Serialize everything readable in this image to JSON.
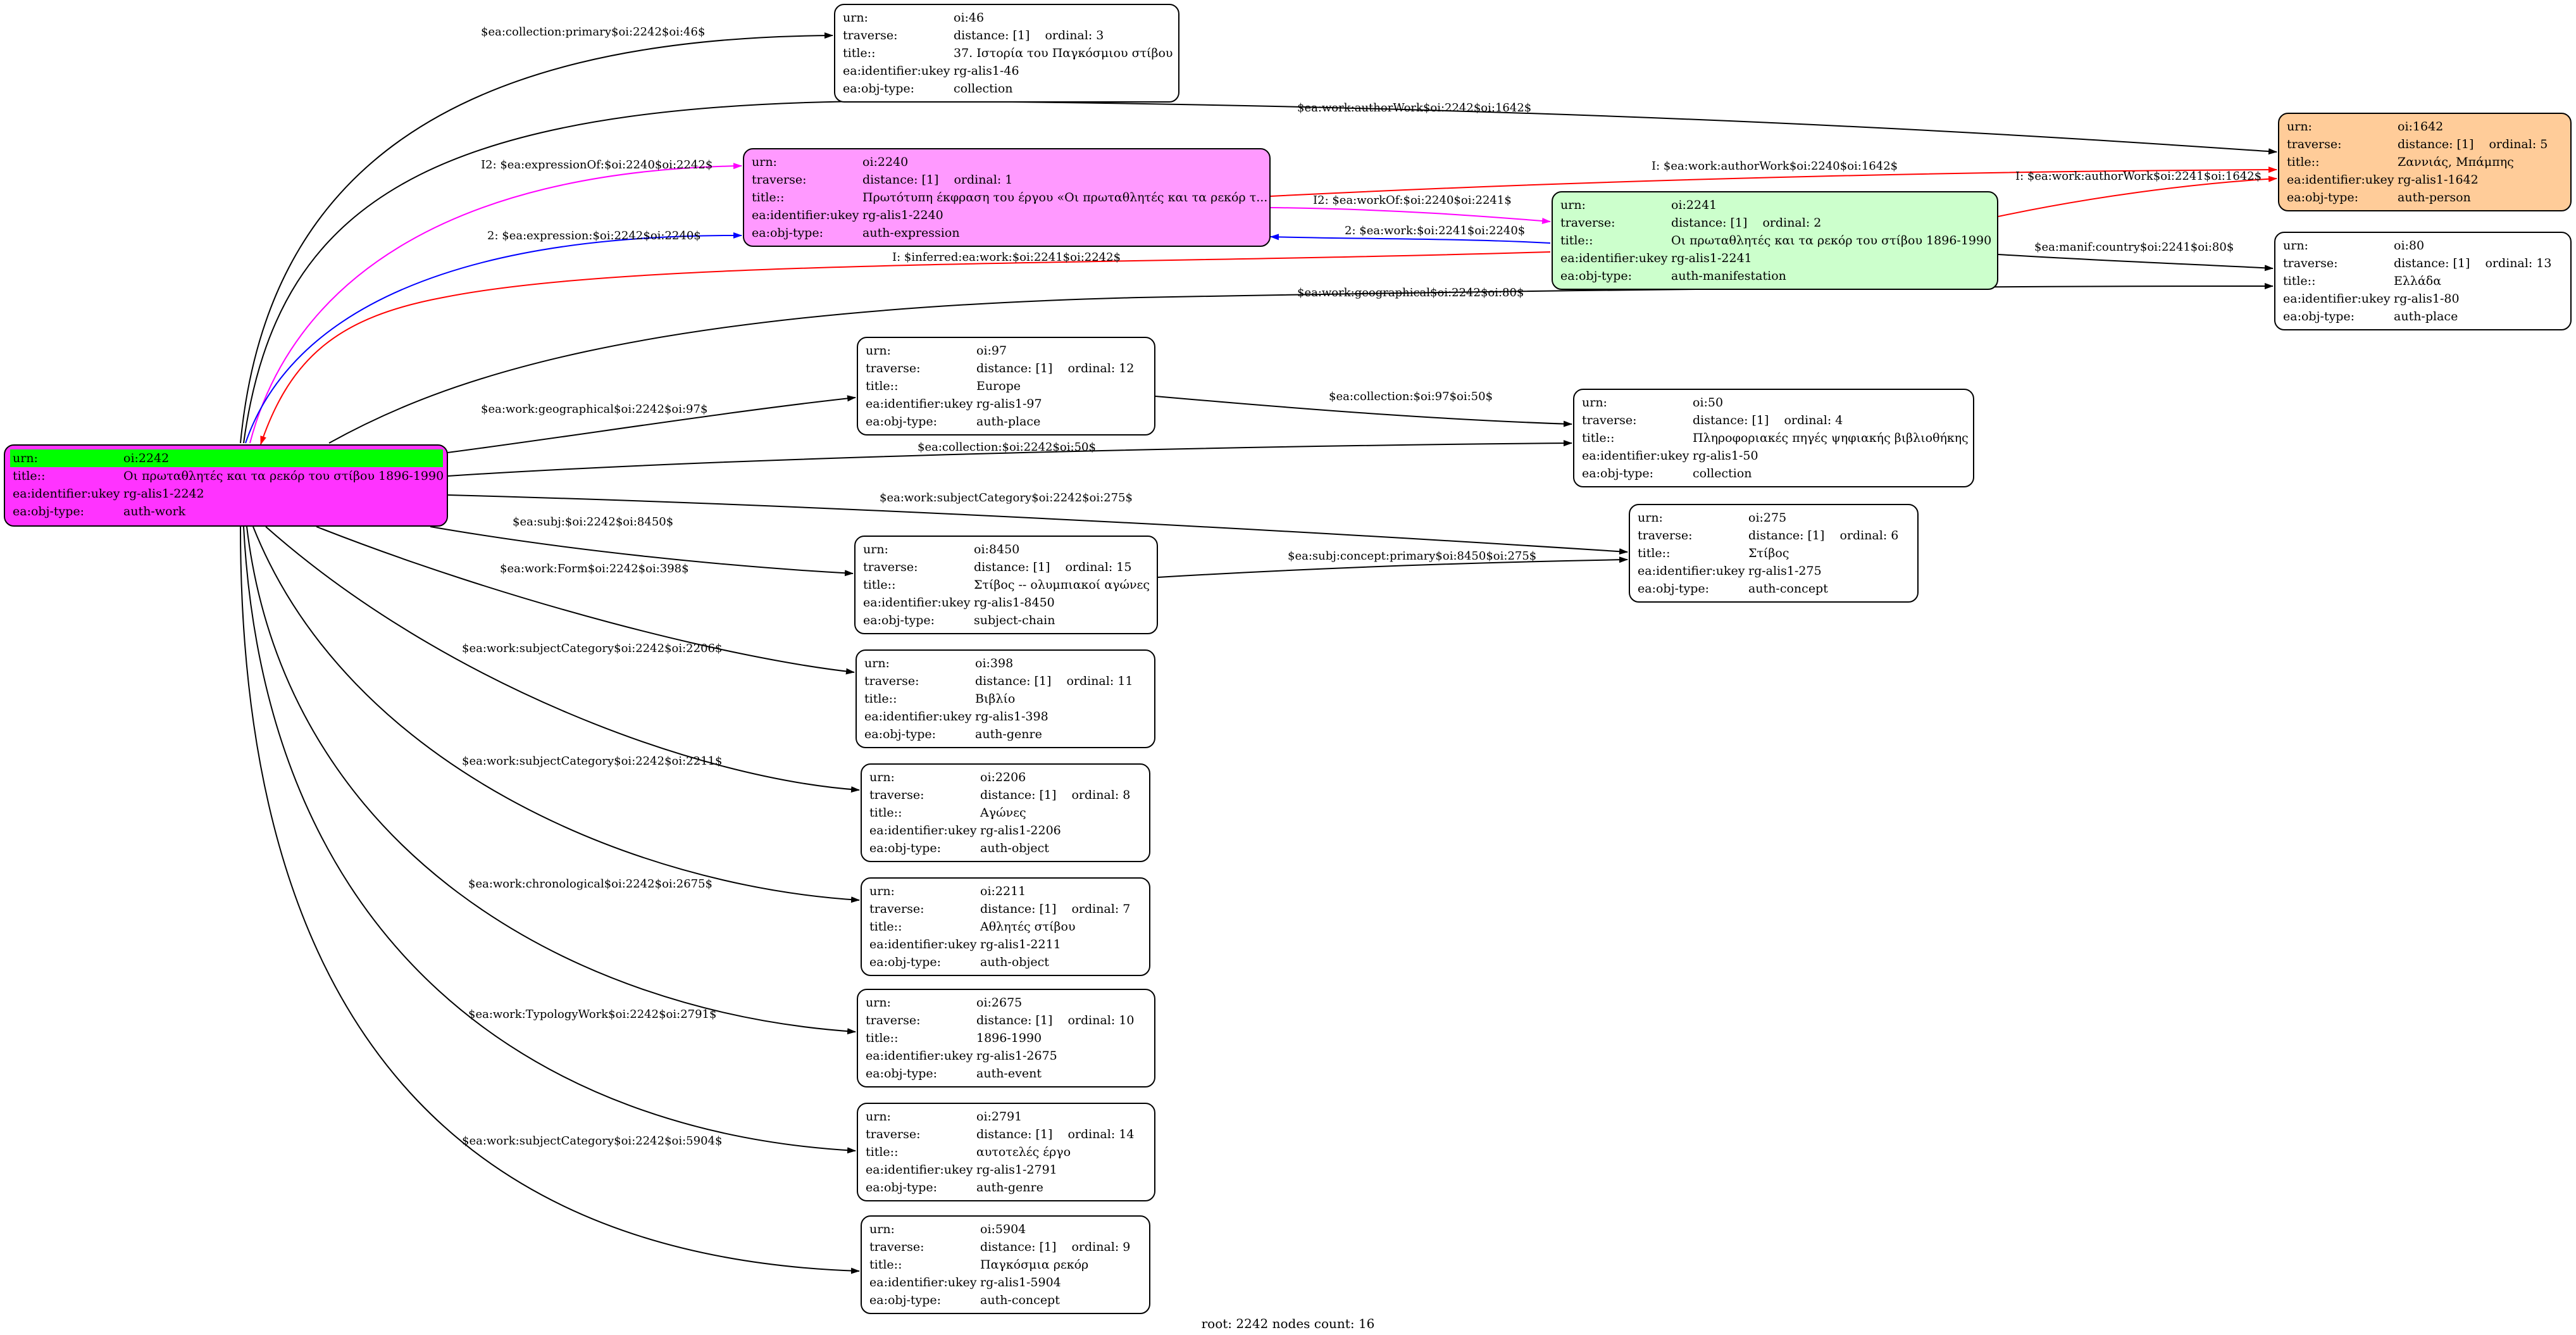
{
  "footer": "root: 2242 nodes count: 16",
  "labels": {
    "urn": "urn:",
    "traverse": "traverse:",
    "title": "title::",
    "ukey": "ea:identifier:ukey",
    "type": "ea:obj-type:"
  },
  "nodes": {
    "n2242": {
      "urn": "oi:2242",
      "title": "Οι πρωταθλητές και τα ρεκόρ του στίβου 1896-1990",
      "ukey": "rg-alis1-2242",
      "type": "auth-work"
    },
    "n46": {
      "urn": "oi:46",
      "traverse": "distance: [1]",
      "ordinal": "ordinal: 3",
      "title": "37. Ιστορία του Παγκόσμιου στίβου",
      "ukey": "rg-alis1-46",
      "type": "collection"
    },
    "n2240": {
      "urn": "oi:2240",
      "traverse": "distance: [1]",
      "ordinal": "ordinal: 1",
      "title": "Πρωτότυπη έκφραση του έργου «Οι πρωταθλητές και τα ρεκόρ τ...",
      "ukey": "rg-alis1-2240",
      "type": "auth-expression"
    },
    "n2241": {
      "urn": "oi:2241",
      "traverse": "distance: [1]",
      "ordinal": "ordinal: 2",
      "title": "Οι πρωταθλητές και τα ρεκόρ του στίβου 1896-1990",
      "ukey": "rg-alis1-2241",
      "type": "auth-manifestation"
    },
    "n1642": {
      "urn": "oi:1642",
      "traverse": "distance: [1]",
      "ordinal": "ordinal: 5",
      "title": "Ζαννιάς, Μπάμπης",
      "ukey": "rg-alis1-1642",
      "type": "auth-person"
    },
    "n80": {
      "urn": "oi:80",
      "traverse": "distance: [1]",
      "ordinal": "ordinal: 13",
      "title": "Ελλάδα",
      "ukey": "rg-alis1-80",
      "type": "auth-place"
    },
    "n97": {
      "urn": "oi:97",
      "traverse": "distance: [1]",
      "ordinal": "ordinal: 12",
      "title": "Europe",
      "ukey": "rg-alis1-97",
      "type": "auth-place"
    },
    "n50": {
      "urn": "oi:50",
      "traverse": "distance: [1]",
      "ordinal": "ordinal: 4",
      "title": "Πληροφοριακές πηγές ψηφιακής βιβλιοθήκης",
      "ukey": "rg-alis1-50",
      "type": "collection"
    },
    "n275": {
      "urn": "oi:275",
      "traverse": "distance: [1]",
      "ordinal": "ordinal: 6",
      "title": "Στίβος",
      "ukey": "rg-alis1-275",
      "type": "auth-concept"
    },
    "n8450": {
      "urn": "oi:8450",
      "traverse": "distance: [1]",
      "ordinal": "ordinal: 15",
      "title": "Στίβος -- ολυμπιακοί αγώνες",
      "ukey": "rg-alis1-8450",
      "type": "subject-chain"
    },
    "n398": {
      "urn": "oi:398",
      "traverse": "distance: [1]",
      "ordinal": "ordinal: 11",
      "title": "Βιβλίο",
      "ukey": "rg-alis1-398",
      "type": "auth-genre"
    },
    "n2206": {
      "urn": "oi:2206",
      "traverse": "distance: [1]",
      "ordinal": "ordinal: 8",
      "title": "Αγώνες",
      "ukey": "rg-alis1-2206",
      "type": "auth-object"
    },
    "n2211": {
      "urn": "oi:2211",
      "traverse": "distance: [1]",
      "ordinal": "ordinal: 7",
      "title": "Αθλητές στίβου",
      "ukey": "rg-alis1-2211",
      "type": "auth-object"
    },
    "n2675": {
      "urn": "oi:2675",
      "traverse": "distance: [1]",
      "ordinal": "ordinal: 10",
      "title": "1896-1990",
      "ukey": "rg-alis1-2675",
      "type": "auth-event"
    },
    "n2791": {
      "urn": "oi:2791",
      "traverse": "distance: [1]",
      "ordinal": "ordinal: 14",
      "title": "αυτοτελές έργο",
      "ukey": "rg-alis1-2791",
      "type": "auth-genre"
    },
    "n5904": {
      "urn": "oi:5904",
      "traverse": "distance: [1]",
      "ordinal": "ordinal: 9",
      "title": "Παγκόσμια ρεκόρ",
      "ukey": "rg-alis1-5904",
      "type": "auth-concept"
    }
  },
  "edges": [
    {
      "id": "e1",
      "label": "$ea:collection:primary$oi:2242$oi:46$",
      "color": "#000000"
    },
    {
      "id": "e2",
      "label": "$ea:work:authorWork$oi:2242$oi:1642$",
      "color": "#000000"
    },
    {
      "id": "e3",
      "label": "I2: $ea:expressionOf:$oi:2240$oi:2242$",
      "color": "#ff00ff"
    },
    {
      "id": "e4",
      "label": "2: $ea:expression:$oi:2242$oi:2240$",
      "color": "#0000ff"
    },
    {
      "id": "e5",
      "label": "I: $ea:work:authorWork$oi:2240$oi:1642$",
      "color": "#ff0000"
    },
    {
      "id": "e6",
      "label": "I2: $ea:workOf:$oi:2240$oi:2241$",
      "color": "#ff00ff"
    },
    {
      "id": "e7",
      "label": "2: $ea:work:$oi:2241$oi:2240$",
      "color": "#0000ff"
    },
    {
      "id": "e8",
      "label": "I: $ea:work:authorWork$oi:2241$oi:1642$",
      "color": "#ff0000"
    },
    {
      "id": "e9",
      "label": "$ea:manif:country$oi:2241$oi:80$",
      "color": "#000000"
    },
    {
      "id": "e10",
      "label": "I: $inferred:ea:work:$oi:2241$oi:2242$",
      "color": "#ff0000"
    },
    {
      "id": "e11",
      "label": "$ea:work:geographical$oi:2242$oi:80$",
      "color": "#000000"
    },
    {
      "id": "e12",
      "label": "$ea:work:geographical$oi:2242$oi:97$",
      "color": "#000000"
    },
    {
      "id": "e13",
      "label": "$ea:collection:$oi:97$oi:50$",
      "color": "#000000"
    },
    {
      "id": "e14",
      "label": "$ea:collection:$oi:2242$oi:50$",
      "color": "#000000"
    },
    {
      "id": "e15",
      "label": "$ea:work:subjectCategory$oi:2242$oi:275$",
      "color": "#000000"
    },
    {
      "id": "e16",
      "label": "$ea:subj:$oi:2242$oi:8450$",
      "color": "#000000"
    },
    {
      "id": "e17",
      "label": "$ea:subj:concept:primary$oi:8450$oi:275$",
      "color": "#000000"
    },
    {
      "id": "e18",
      "label": "$ea:work:Form$oi:2242$oi:398$",
      "color": "#000000"
    },
    {
      "id": "e19",
      "label": "$ea:work:subjectCategory$oi:2242$oi:2206$",
      "color": "#000000"
    },
    {
      "id": "e20",
      "label": "$ea:work:subjectCategory$oi:2242$oi:2211$",
      "color": "#000000"
    },
    {
      "id": "e21",
      "label": "$ea:work:chronological$oi:2242$oi:2675$",
      "color": "#000000"
    },
    {
      "id": "e22",
      "label": "$ea:work:TypologyWork$oi:2242$oi:2791$",
      "color": "#000000"
    },
    {
      "id": "e23",
      "label": "$ea:work:subjectCategory$oi:2242$oi:5904$",
      "color": "#000000"
    }
  ]
}
